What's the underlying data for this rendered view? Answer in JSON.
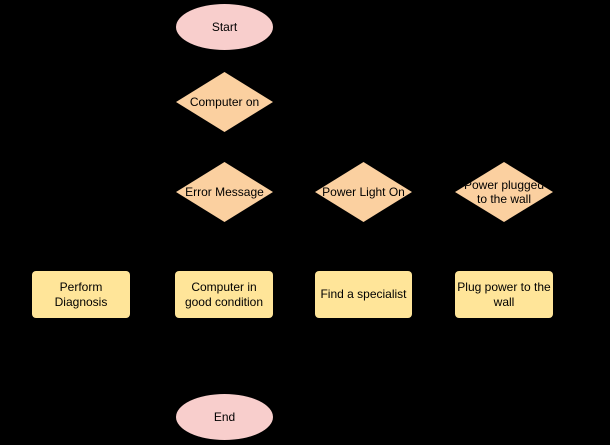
{
  "diagram": {
    "title": "Computer troubleshooting flowchart",
    "background": "#000000",
    "palette": {
      "terminator_fill": "#f8cecc",
      "decision_fill": "#fbd0a0",
      "process_fill": "#ffe599",
      "text_color": "#000000"
    },
    "nodes": {
      "start": {
        "shape": "ellipse",
        "label": "Start"
      },
      "computer_on": {
        "shape": "diamond",
        "label": "Computer on"
      },
      "error_message": {
        "shape": "diamond",
        "label": "Error Message"
      },
      "power_light_on": {
        "shape": "diamond",
        "label": "Power Light On"
      },
      "power_plugged": {
        "shape": "diamond",
        "label": "Power plugged\nto the wall"
      },
      "perform_diagnosis": {
        "shape": "rect",
        "label": "Perform\nDiagnosis"
      },
      "computer_good": {
        "shape": "rect",
        "label": "Computer in\ngood condition"
      },
      "find_specialist": {
        "shape": "rect",
        "label": "Find a specialist"
      },
      "plug_power": {
        "shape": "rect",
        "label": "Plug power to the\nwall"
      },
      "end": {
        "shape": "ellipse",
        "label": "End"
      }
    }
  }
}
